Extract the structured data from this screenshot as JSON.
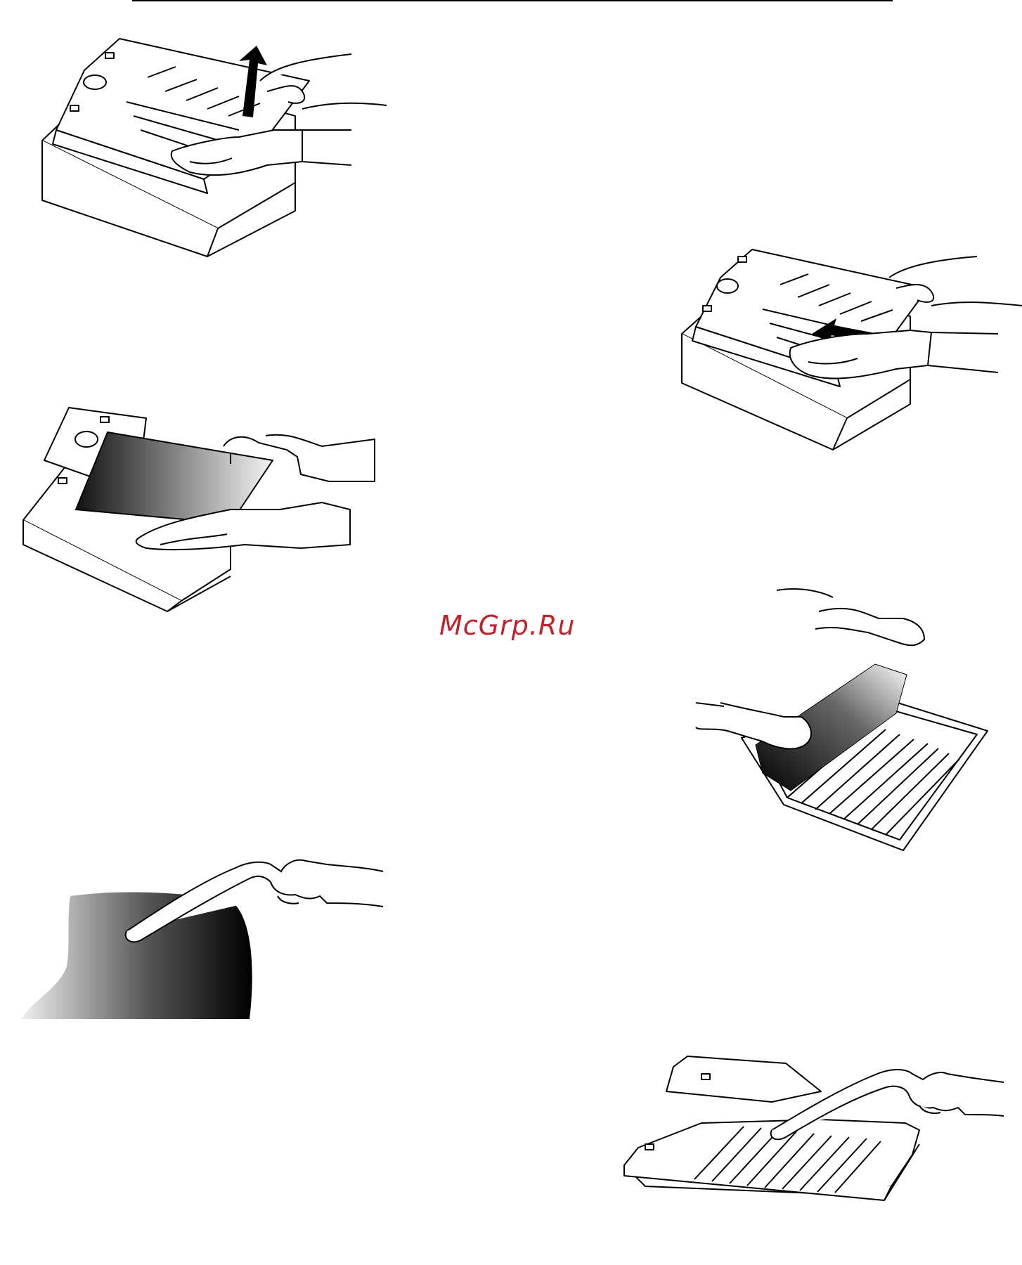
{
  "page": {
    "watermark": "McGrp.Ru"
  },
  "figures": [
    {
      "id": "fig-1",
      "subject": "printer-cover-lift"
    },
    {
      "id": "fig-2",
      "subject": "printer-cover-slide"
    },
    {
      "id": "fig-3",
      "subject": "printer-open-toner-insert"
    },
    {
      "id": "fig-4",
      "subject": "scanner-lid-lift"
    },
    {
      "id": "fig-5",
      "subject": "sheet-with-vacuum"
    },
    {
      "id": "fig-6",
      "subject": "tray-vacuum-cleaning"
    }
  ],
  "colors": {
    "line": "#000000",
    "watermark": "#c0232c"
  }
}
